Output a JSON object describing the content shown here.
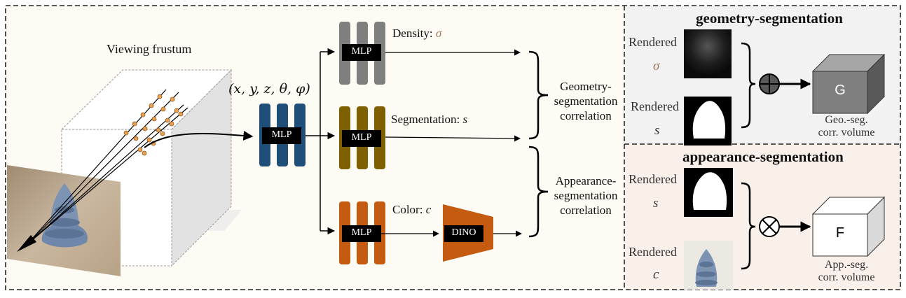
{
  "pipeline": {
    "frustum_label": "Viewing frustum",
    "input_coords": "(x, y, z, θ, φ)",
    "mlp_label": "MLP",
    "density_label": "Density:",
    "density_symbol": "σ",
    "segmentation_label": "Segmentation:",
    "segmentation_symbol": "s",
    "color_label": "Color:",
    "color_symbol": "c",
    "dino_label": "DINO",
    "geo_corr_line1": "Geometry-",
    "geo_corr_line2": "segmentation",
    "geo_corr_line3": "correlation",
    "app_corr_line1": "Appearance-",
    "app_corr_line2": "segmentation",
    "app_corr_line3": "correlation"
  },
  "geometry_panel": {
    "title": "geometry-segmentation",
    "rendered_label": "Rendered",
    "density_symbol": "σ",
    "seg_symbol": "s",
    "operator": "⊕",
    "volume_letter": "G",
    "caption_line1": "Geo.-seg.",
    "caption_line2": "corr. volume"
  },
  "appearance_panel": {
    "title": "appearance-segmentation",
    "rendered_label": "Rendered",
    "seg_symbol": "s",
    "color_symbol": "c",
    "operator": "⊗",
    "volume_letter": "F",
    "caption_line1": "App.-seg.",
    "caption_line2": "corr. volume"
  },
  "colors": {
    "left_background": "#fdfbf3",
    "geo_panel_background": "#f2f2f2",
    "app_panel_background": "#faf0ea",
    "input_mlp_blue": "#1f4e79",
    "density_mlp_gray": "#7f7f7f",
    "segmentation_mlp_olive": "#7f6000",
    "color_mlp_orange": "#c55a11"
  }
}
